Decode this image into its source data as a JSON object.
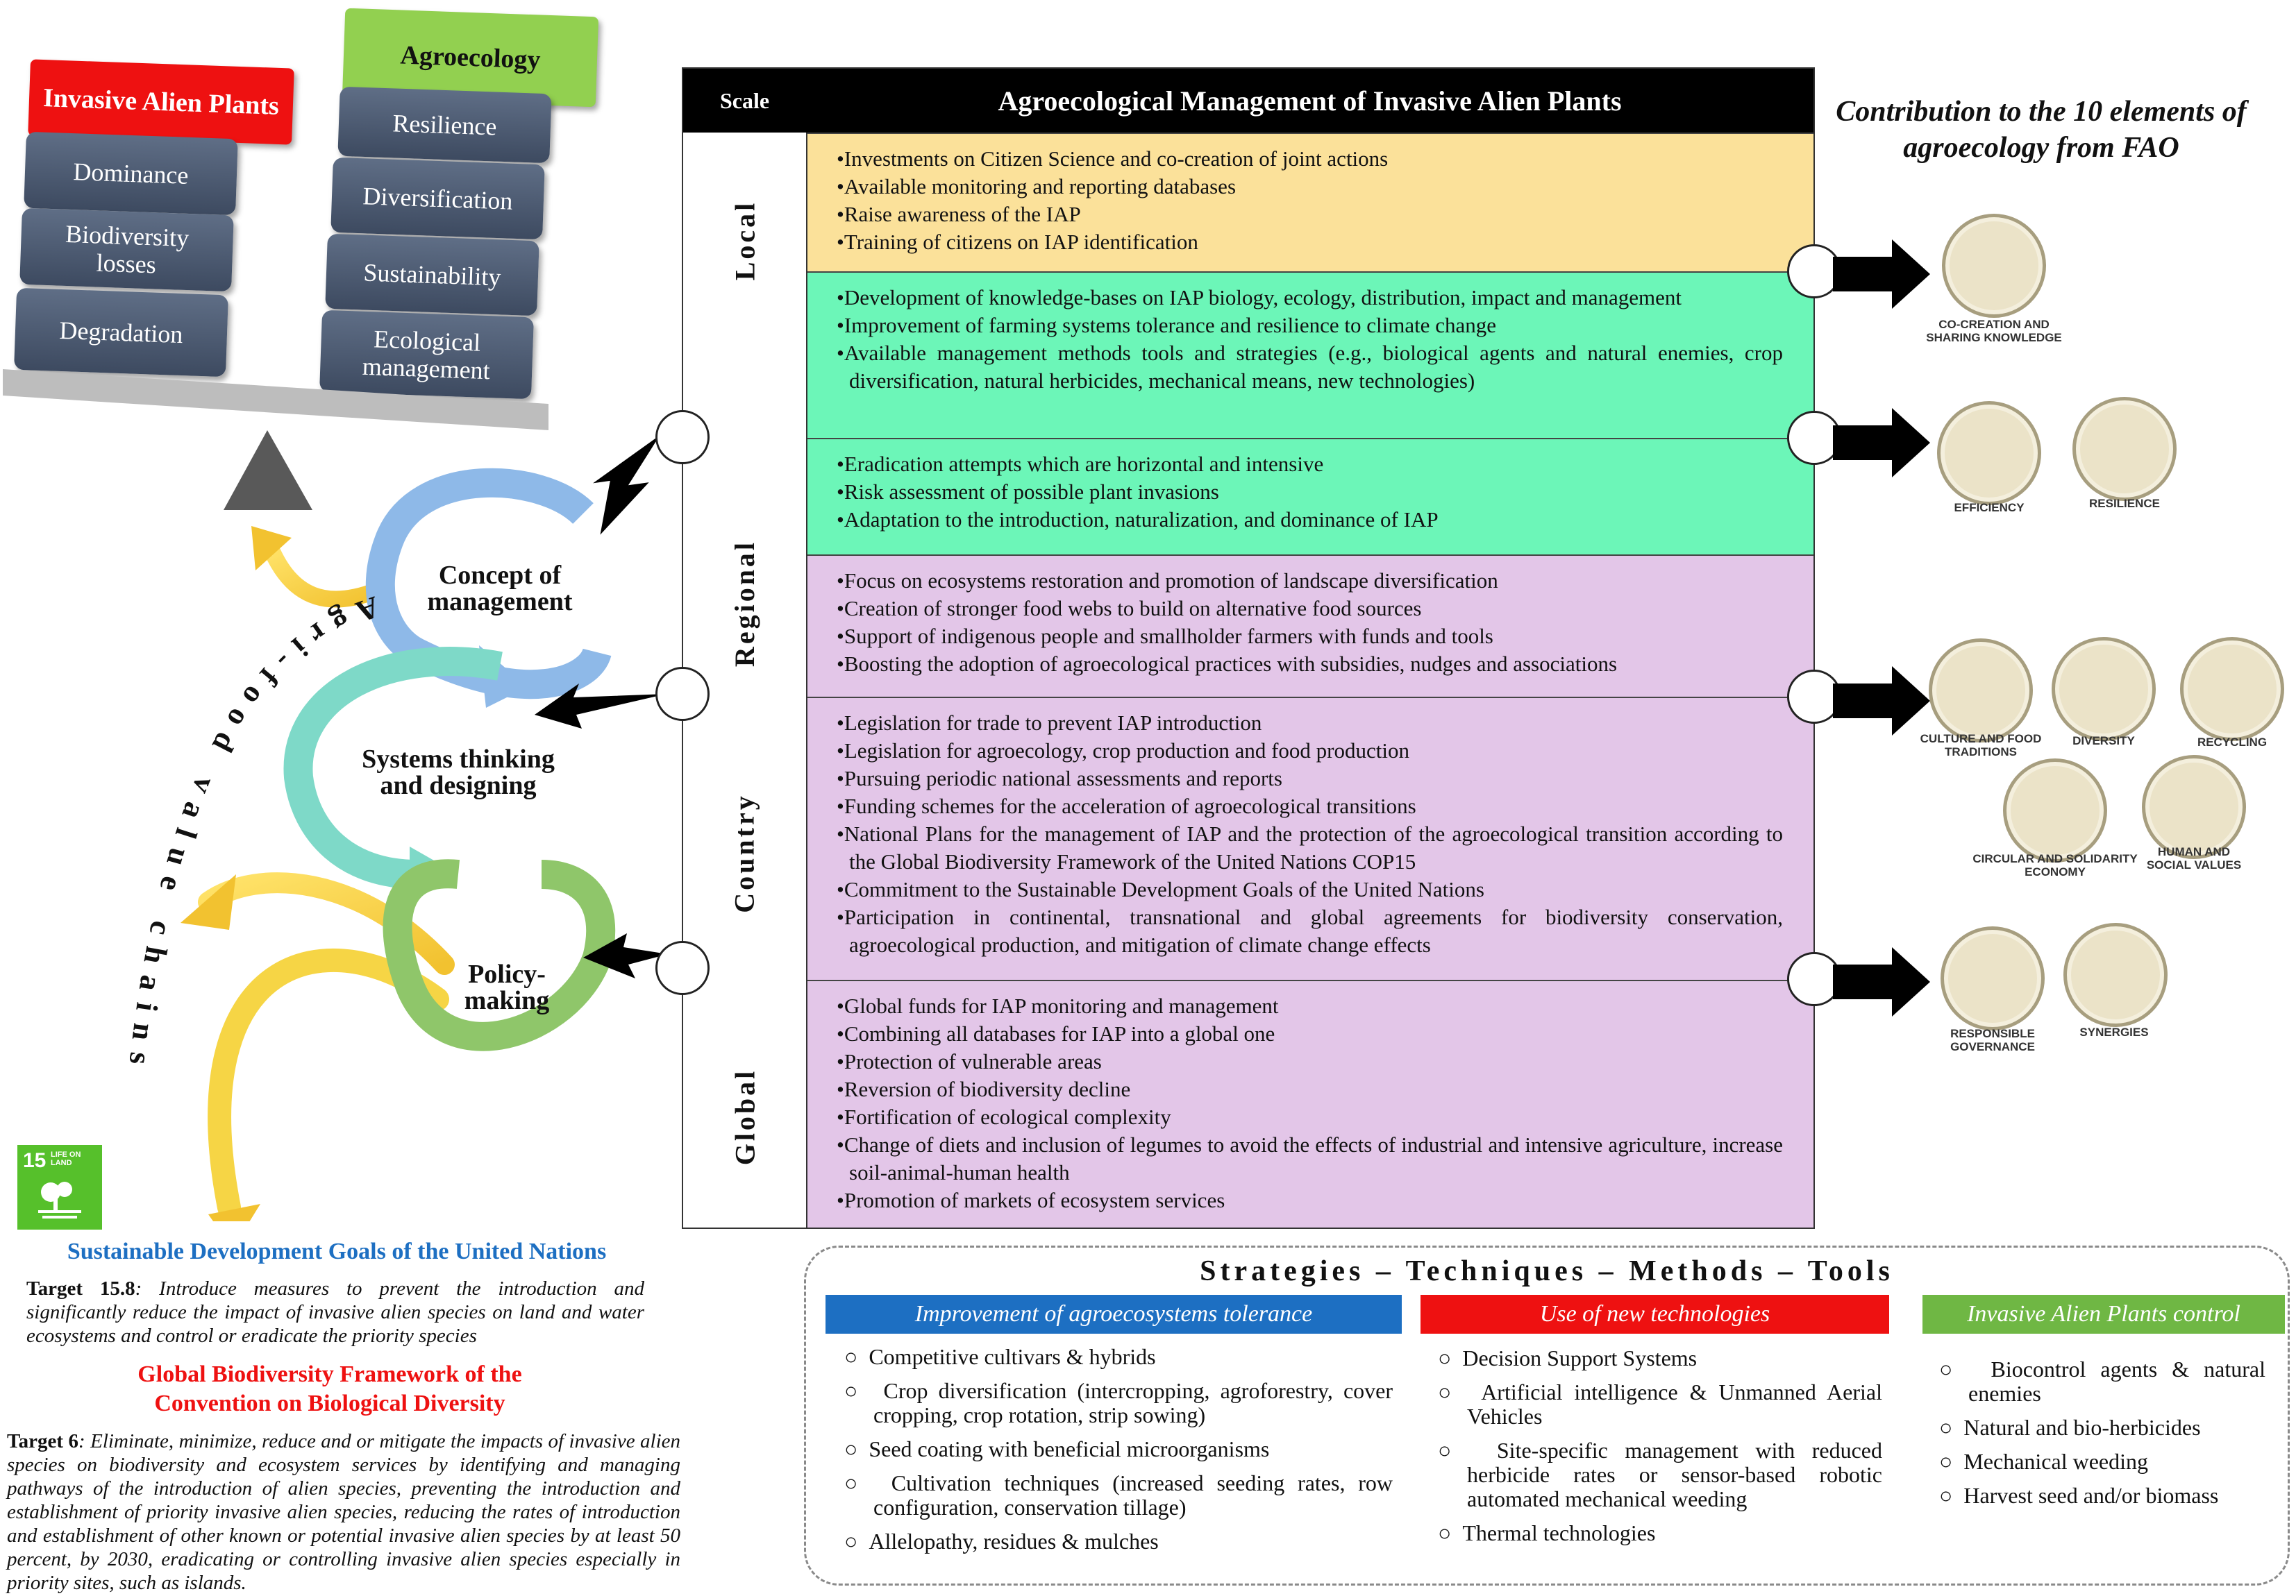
{
  "balance": {
    "iap_label": "Invasive Alien Plants",
    "iap_items": [
      "Dominance",
      "Biodiversity losses",
      "Degradation"
    ],
    "agro_label": "Agroecology",
    "agro_items": [
      "Resilience",
      "Diversification",
      "Sustainability",
      "Ecological management"
    ]
  },
  "cycle": {
    "step1": "Concept of management",
    "step2": "Systems thinking and designing",
    "step3": "Policy-making",
    "arc_label": "Agri-food value chains"
  },
  "table": {
    "scale_header": "Scale",
    "main_header": "Agroecological Management of Invasive Alien Plants",
    "scales": [
      "Local",
      "Regional",
      "Country",
      "Global"
    ],
    "bands": [
      {
        "color": "#fbe19a",
        "items": [
          "Investments on Citizen Science and co-creation of joint actions",
          "Available monitoring and reporting databases",
          "Raise awareness of the IAP",
          "Training of citizens on IAP identification"
        ]
      },
      {
        "color": "#6cf6b8",
        "items": [
          "Development of knowledge-bases on IAP biology, ecology, distribution, impact and management",
          "Improvement of farming systems tolerance and resilience to climate change",
          "Available management methods tools and strategies (e.g., biological agents and natural enemies, crop diversification, natural herbicides, mechanical means, new technologies)"
        ]
      },
      {
        "color": "#6cf6b8",
        "items": [
          "Eradication attempts which are horizontal and intensive",
          "Risk assessment of possible plant invasions",
          "Adaptation to the introduction, naturalization, and dominance of IAP"
        ]
      },
      {
        "color": "#e3c6e8",
        "items": [
          "Focus on ecosystems restoration and promotion of landscape diversification",
          "Creation of stronger food webs to build on alternative food sources",
          "Support of indigenous people and smallholder farmers with funds and tools",
          "Boosting the adoption of agroecological practices with subsidies, nudges and associations"
        ]
      },
      {
        "color": "#e3c6e8",
        "items": [
          "Legislation for trade to prevent IAP introduction",
          "Legislation for agroecology, crop production and food production",
          "Pursuing periodic national assessments and reports",
          "Funding schemes for the acceleration of agroecological transitions",
          "National Plans for the management of IAP and the protection of the agroecological transition according to the Global Biodiversity Framework of the United Nations COP15",
          "Commitment to the Sustainable Development Goals of the United Nations",
          "Participation in continental, transnational and global agreements for biodiversity conservation, agroecological production, and mitigation of climate change effects"
        ]
      },
      {
        "color": "#e3c6e8",
        "items": [
          "Global funds for IAP monitoring and management",
          "Combining all databases for IAP into a global one",
          "Protection of vulnerable areas",
          "Reversion of biodiversity decline",
          "Fortification of ecological complexity",
          "Change of diets and inclusion of legumes to avoid the effects of industrial and intensive agriculture, increase soil-animal-human health",
          "Promotion of markets of ecosystem services"
        ]
      }
    ]
  },
  "fao": {
    "title": "Contribution to the 10 elements of agroecology from FAO",
    "elements": [
      "CO-CREATION AND SHARING KNOWLEDGE",
      "EFFICIENCY",
      "RESILIENCE",
      "CULTURE AND FOOD TRADITIONS",
      "DIVERSITY",
      "RECYCLING",
      "CIRCULAR AND SOLIDARITY ECONOMY",
      "HUMAN AND SOCIAL VALUES",
      "RESPONSIBLE GOVERNANCE",
      "SYNERGIES"
    ]
  },
  "sdg": {
    "badge_number": "15",
    "badge_text": "LIFE ON LAND",
    "badge_color": "#56c02b",
    "title": "Sustainable Development Goals of the United Nations",
    "target_label": "Target 15.8",
    "target_text": ": Introduce measures to prevent the introduction and significantly reduce the impact of invasive alien species on land and water ecosystems and control or eradicate the priority species"
  },
  "gbf": {
    "title": "Global Biodiversity Framework of the Convention on Biological Diversity",
    "target_label": "Target 6",
    "target_text": ": Eliminate, minimize, reduce and or mitigate the impacts of invasive alien species on biodiversity and ecosystem services by identifying and managing pathways of the introduction of alien species, preventing the introduction and establishment of priority invasive alien species, reducing the rates of introduction and establishment of other known or potential invasive alien species by at least 50 percent, by 2030, eradicating or controlling invasive alien species especially in priority sites, such as islands."
  },
  "strategies": {
    "title": "Strategies – Techniques – Methods – Tools",
    "columns": [
      {
        "header": "Improvement of agroecosystems tolerance",
        "color": "#1d6fc2",
        "items": [
          "Competitive cultivars & hybrids",
          "Crop diversification (intercropping, agroforestry, cover cropping, crop rotation, strip sowing)",
          "Seed coating with beneficial microorganisms",
          "Cultivation techniques (increased seeding rates, row configuration, conservation tillage)",
          "Allelopathy, residues & mulches"
        ]
      },
      {
        "header": "Use of new technologies",
        "color": "#ee1111",
        "items": [
          "Decision Support Systems",
          "Artificial intelligence & Unmanned Aerial Vehicles",
          "Site-specific management with reduced herbicide rates or sensor-based robotic automated mechanical weeding",
          "Thermal technologies"
        ]
      },
      {
        "header": "Invasive Alien Plants control",
        "color": "#6fb744",
        "items": [
          "Biocontrol agents & natural enemies",
          "Natural and bio-herbicides",
          "Mechanical weeding",
          "Harvest seed and/or biomass"
        ]
      }
    ]
  }
}
